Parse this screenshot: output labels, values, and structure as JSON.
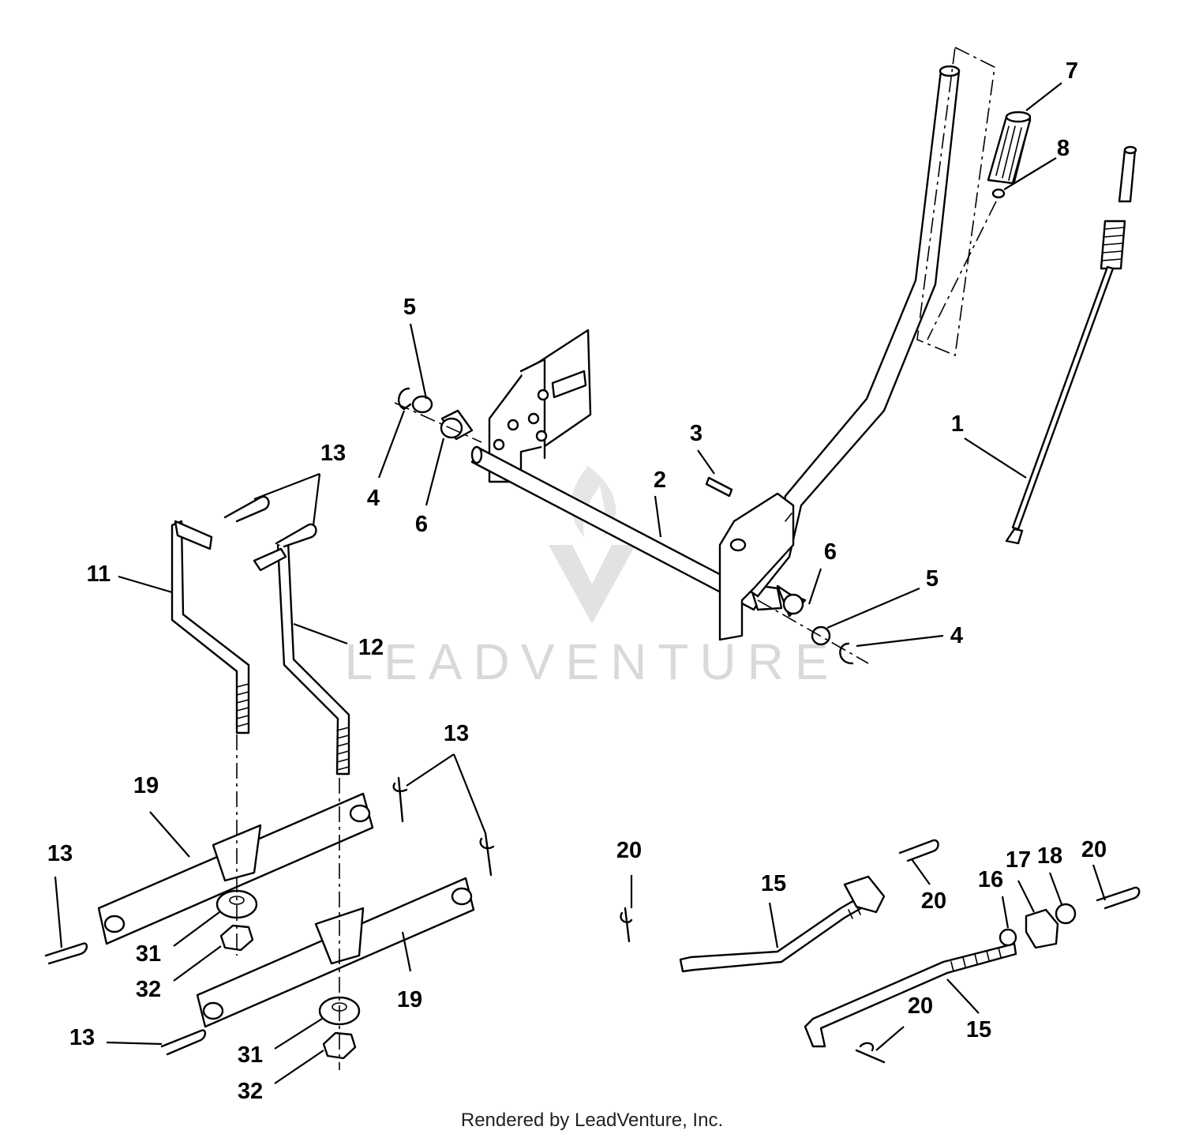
{
  "callouts": {
    "c1": "1",
    "c2": "2",
    "c3": "3",
    "c4a": "4",
    "c4b": "4",
    "c5a": "5",
    "c5b": "5",
    "c6a": "6",
    "c6b": "6",
    "c7": "7",
    "c8": "8",
    "c11": "11",
    "c12": "12",
    "c13a": "13",
    "c13b": "13",
    "c13c": "13",
    "c13d": "13",
    "c15a": "15",
    "c15b": "15",
    "c16": "16",
    "c17": "17",
    "c18": "18",
    "c19a": "19",
    "c19b": "19",
    "c20a": "20",
    "c20b": "20",
    "c20c": "20",
    "c20d": "20",
    "c31a": "31",
    "c31b": "31",
    "c32a": "32",
    "c32b": "32"
  },
  "watermark": {
    "text": "LEADVENTURE",
    "color": "#d9d9d9"
  },
  "footer": {
    "text": "Rendered by LeadVenture, Inc."
  }
}
